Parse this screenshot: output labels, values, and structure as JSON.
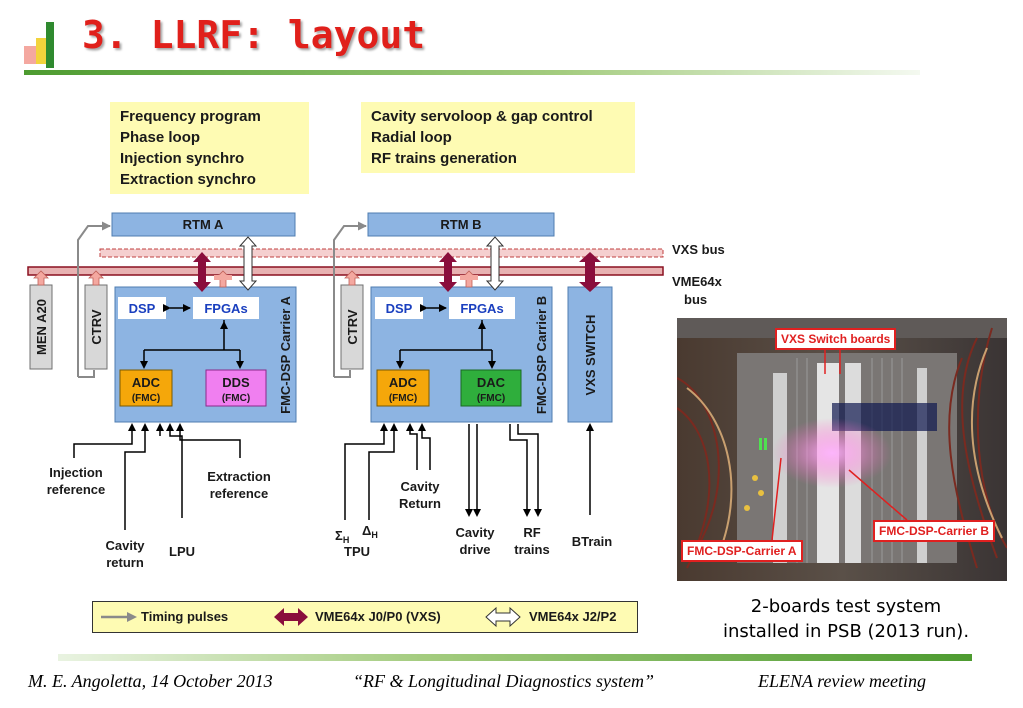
{
  "title": "3. LLRF: layout",
  "boxes": {
    "left": [
      "Frequency program",
      "Phase loop",
      "Injection synchro",
      "Extraction synchro"
    ],
    "right": [
      "Cavity servoloop & gap control",
      "Radial loop",
      "RF trains generation"
    ]
  },
  "diagram": {
    "rtm_a": "RTM A",
    "rtm_b": "RTM B",
    "vxs_bus": "VXS bus",
    "vme_bus_1": "VME64x",
    "vme_bus_2": "bus",
    "men": "MEN A20",
    "ctrv": "CTRV",
    "dsp": "DSP",
    "fpgas": "FPGAs",
    "adc": "ADC",
    "dds": "DDS",
    "dac": "DAC",
    "fmc": "(FMC)",
    "carrier_a": "FMC-DSP Carrier A",
    "carrier_b": "FMC-DSP Carrier B",
    "vxs_switch": "VXS SWITCH",
    "inputs": {
      "injection_1": "Injection",
      "injection_2": "reference",
      "extraction_1": "Extraction",
      "extraction_2": "reference",
      "cavity_return_1": "Cavity",
      "cavity_return_2": "return",
      "lpu": "LPU",
      "sigma": "Σ",
      "delta": "Δ",
      "sub_h": "H",
      "tpu": "TPU",
      "cavity_return_b_1": "Cavity",
      "cavity_return_b_2": "Return",
      "cavity_drive_1": "Cavity",
      "cavity_drive_2": "drive",
      "rf_trains_1": "RF",
      "rf_trains_2": "trains",
      "btrain": "BTrain"
    }
  },
  "legend": {
    "timing": "Timing pulses",
    "j0": "VME64x J0/P0 (VXS)",
    "j2": "VME64x J2/P2"
  },
  "photo": {
    "label_switch": "VXS Switch boards",
    "label_a": "FMC-DSP-Carrier A",
    "label_b": "FMC-DSP-Carrier B"
  },
  "caption": {
    "line1": "2-boards test system",
    "line2": "installed in PSB (2013 run)."
  },
  "footer": {
    "author": "M. E. Angoletta, 14 October 2013",
    "talk": "“RF & Longitudinal Diagnostics system”",
    "meeting": "ELENA review meeting"
  }
}
